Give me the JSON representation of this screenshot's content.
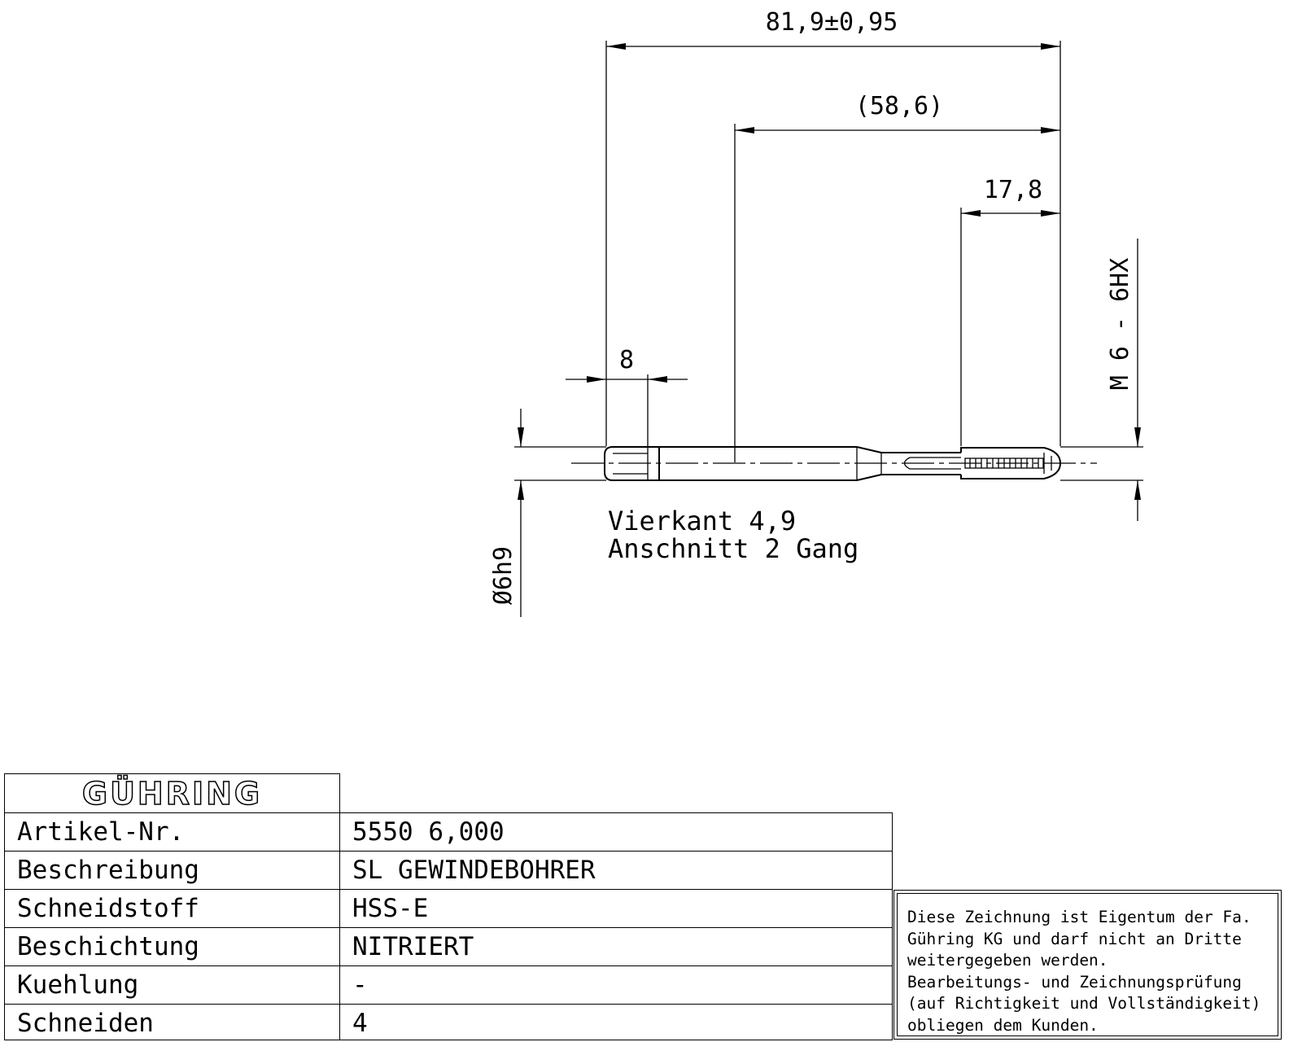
{
  "drawing": {
    "dimensions": {
      "overall_length": "81,9±0,95",
      "reference_length": "(58,6)",
      "thread_length": "17,8",
      "square_length": "8",
      "shank_diameter": "Ø6h9",
      "thread_size": "M 6 - 6HX"
    },
    "notes": {
      "square": "Vierkant 4,9",
      "chamfer": "Anschnitt 2 Gang"
    }
  },
  "title_block": {
    "logo": "GÜHRING",
    "rows": [
      {
        "label": "Artikel-Nr.",
        "value": "5550 6,000"
      },
      {
        "label": "Beschreibung",
        "value": "SL GEWINDEBOHRER"
      },
      {
        "label": "Schneidstoff",
        "value": "HSS-E"
      },
      {
        "label": "Beschichtung",
        "value": "NITRIERT"
      },
      {
        "label": "Kuehlung",
        "value": "-"
      },
      {
        "label": "Schneiden",
        "value": "4"
      }
    ]
  },
  "notice": {
    "lines": [
      "Diese Zeichnung ist Eigentum der Fa.",
      "Gühring KG und darf nicht an Dritte",
      "weitergegeben werden.",
      "Bearbeitungs- und Zeichnungsprüfung",
      "(auf Richtigkeit und Vollständigkeit)",
      "obliegen dem Kunden."
    ]
  }
}
